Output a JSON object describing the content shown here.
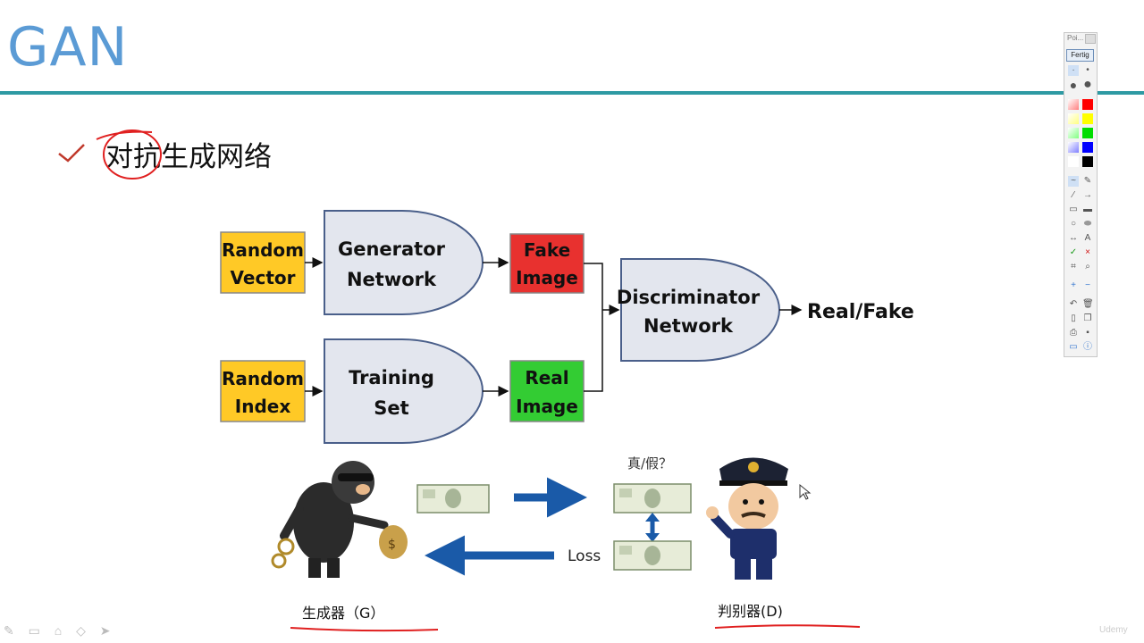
{
  "slide": {
    "title": "GAN",
    "bullet_text": "对抗生成网络",
    "bullet_icon": "check-icon"
  },
  "diagram": {
    "random_vector": [
      "Random",
      "Vector"
    ],
    "generator": [
      "Generator",
      "Network"
    ],
    "fake_image": [
      "Fake",
      "Image"
    ],
    "random_index": [
      "Random",
      "Index"
    ],
    "training_set": [
      "Training",
      "Set"
    ],
    "real_image": [
      "Real",
      "Image"
    ],
    "discriminator": [
      "Discriminator",
      "Network"
    ],
    "output": "Real/Fake",
    "colors": {
      "yellow": "#ffc926",
      "red": "#e8312f",
      "green": "#33cc33",
      "gate": "#e3e6ee",
      "gate_border": "#4a5f8a"
    }
  },
  "illustration": {
    "question": "真/假？",
    "loss_label": "Loss",
    "generator_caption": "生成器（G）",
    "discriminator_caption": "判别器(D)"
  },
  "toolbar": {
    "title": "Poi...",
    "done_label": "Fertig",
    "text_tool": "A",
    "swatches": [
      "#ff0000",
      "#ffff00",
      "#00dd00",
      "#0000ff",
      "#000000"
    ]
  },
  "footer": {
    "watermark": "Udemy"
  }
}
